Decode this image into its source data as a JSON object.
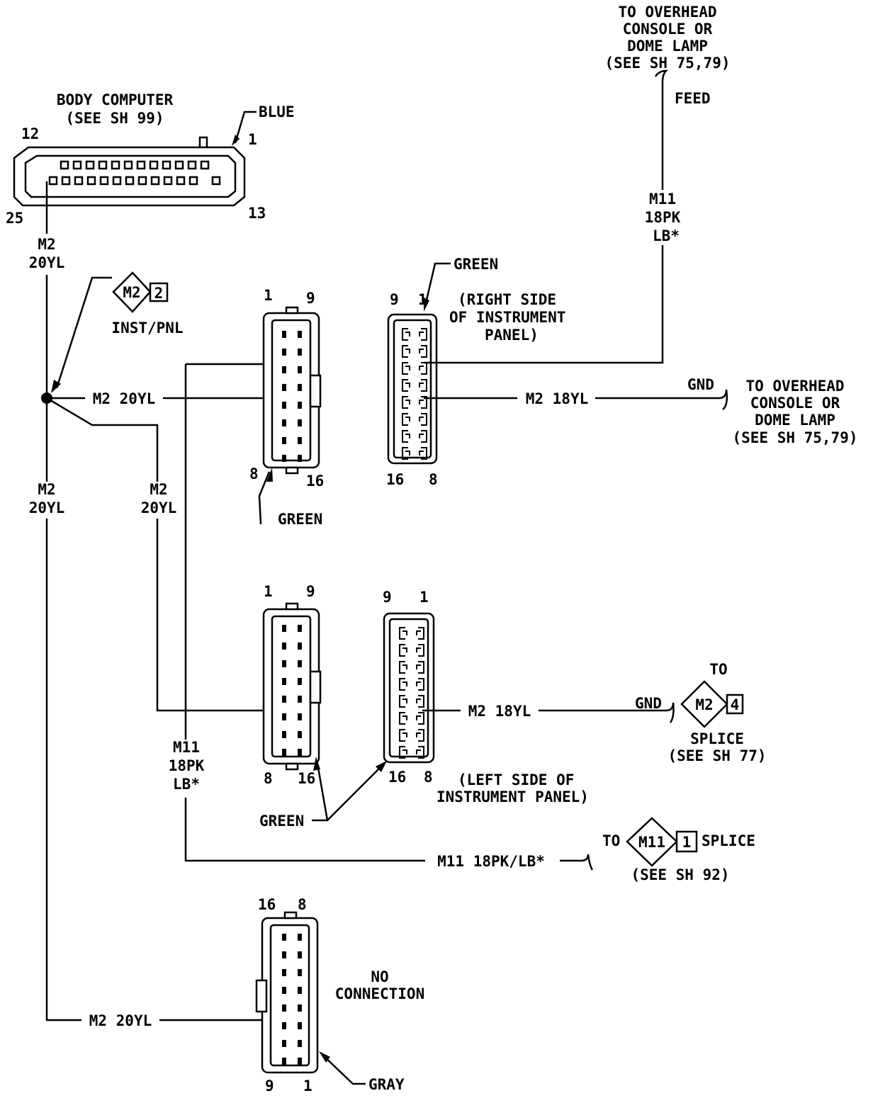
{
  "body_computer": {
    "title": "BODY COMPUTER",
    "ref": "(SEE SH 99)",
    "color": "BLUE",
    "pin_12": "12",
    "pin_1": "1",
    "pin_25": "25",
    "pin_13": "13"
  },
  "overhead_top": {
    "line1": "TO OVERHEAD",
    "line2": "CONSOLE OR",
    "line3": "DOME LAMP",
    "line4": "(SEE SH 75,79)",
    "feed": "FEED"
  },
  "wires": {
    "m2_20yl_a": "M2",
    "m2_20yl_a2": "20YL",
    "m2_20yl_h1": "M2 20YL",
    "m2_20yl_b": "M2",
    "m2_20yl_b2": "20YL",
    "m2_20yl_c": "M2",
    "m2_20yl_c2": "20YL",
    "m11_v1": "M11",
    "m11_v2": "18PK",
    "m11_v3": "LB*",
    "m11_right1": "M11",
    "m11_right2": "18PK",
    "m11_right3": "LB*",
    "m2_18yl_top": "M2 18YL",
    "m2_18yl_bottom": "M2 18YL",
    "m11_bottom": "M11 18PK/LB*",
    "m2_20yl_bottom": "M2 20YL"
  },
  "splice_inst": {
    "code": "M2",
    "num": "2",
    "label": "INST/PNL"
  },
  "connector_top_left": {
    "p1": "1",
    "p9": "9",
    "p8": "8",
    "p16": "16",
    "color": "GREEN"
  },
  "connector_top_right": {
    "p9": "9",
    "p1": "1",
    "p16": "16",
    "p8": "8",
    "color": "GREEN",
    "note1": "(RIGHT SIDE",
    "note2": "OF INSTRUMENT",
    "note3": "PANEL)"
  },
  "gnd_top": {
    "gnd": "GND",
    "l1": "TO OVERHEAD",
    "l2": "CONSOLE OR",
    "l3": "DOME LAMP",
    "l4": "(SEE SH 75,79)"
  },
  "connector_mid_left": {
    "p1": "1",
    "p9": "9",
    "p8": "8",
    "p16": "16"
  },
  "connector_mid_right": {
    "p9": "9",
    "p1": "1",
    "p16": "16",
    "p8": "8",
    "note1": "(LEFT SIDE OF",
    "note2": "INSTRUMENT PANEL)"
  },
  "green_mid": "GREEN",
  "splice_mid": {
    "to": "TO",
    "gnd": "GND",
    "code": "M2",
    "num": "4",
    "l1": "SPLICE",
    "l2": "(SEE SH 77)"
  },
  "splice_bottom": {
    "to": "TO",
    "code": "M11",
    "num": "1",
    "splice": "SPLICE",
    "ref": "(SEE SH 92)"
  },
  "connector_bottom": {
    "p16": "16",
    "p8": "8",
    "p9": "9",
    "p1": "1",
    "color": "GRAY",
    "nc1": "NO",
    "nc2": "CONNECTION"
  }
}
